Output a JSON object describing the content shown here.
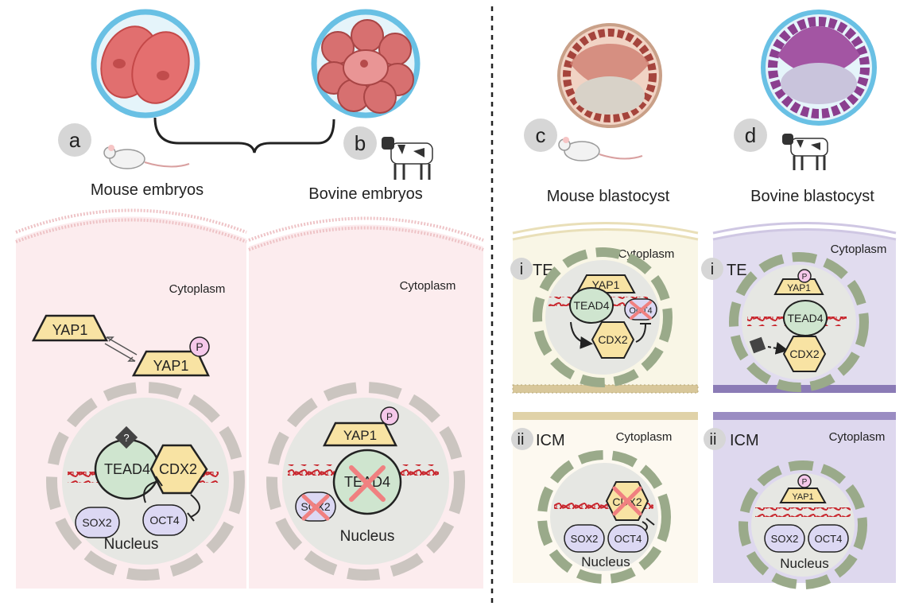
{
  "panel_letters": [
    "a",
    "b",
    "c",
    "d"
  ],
  "section_titles": {
    "mouse_embryos": "Mouse embryos",
    "bovine_embryos": "Bovine embryos",
    "mouse_blastocyst": "Mouse blastocyst",
    "bovine_blastocyst": "Bovine blastocyst"
  },
  "sub_markers": {
    "i": "i",
    "ii": "ii"
  },
  "region_labels": {
    "te": "TE",
    "icm": "ICM",
    "cytoplasm": "Cytoplasm",
    "nucleus": "Nucleus"
  },
  "proteins": {
    "yap1": "YAP1",
    "tead4": "TEAD4",
    "cdx2": "CDX2",
    "oct4": "OCT4",
    "sox2": "SOX2",
    "phospho": "P",
    "unknown": "?"
  },
  "colors": {
    "mouse_embryo_bg": "#fcecee",
    "mouse_blast_te_bg": "#f9f6e6",
    "mouse_blast_icm_bg": "#fdf9f0",
    "bovine_blast_bg": "#e1dcef",
    "zona": "#69c0e4",
    "nucleus_fill": "#e6e7e3",
    "nuclear_pore_mouse": "#cbc5c0",
    "nuclear_pore_blast": "#9aaa8a",
    "yap1": "#f8e3a3",
    "tead4": "#cfe5cf",
    "cdx2": "#f8e3a3",
    "sox2": "#dcd8f3",
    "oct4": "#dcd8f3",
    "phospho": "#f5c8ea",
    "dna": "#c8242b",
    "cross": "#f08080"
  }
}
